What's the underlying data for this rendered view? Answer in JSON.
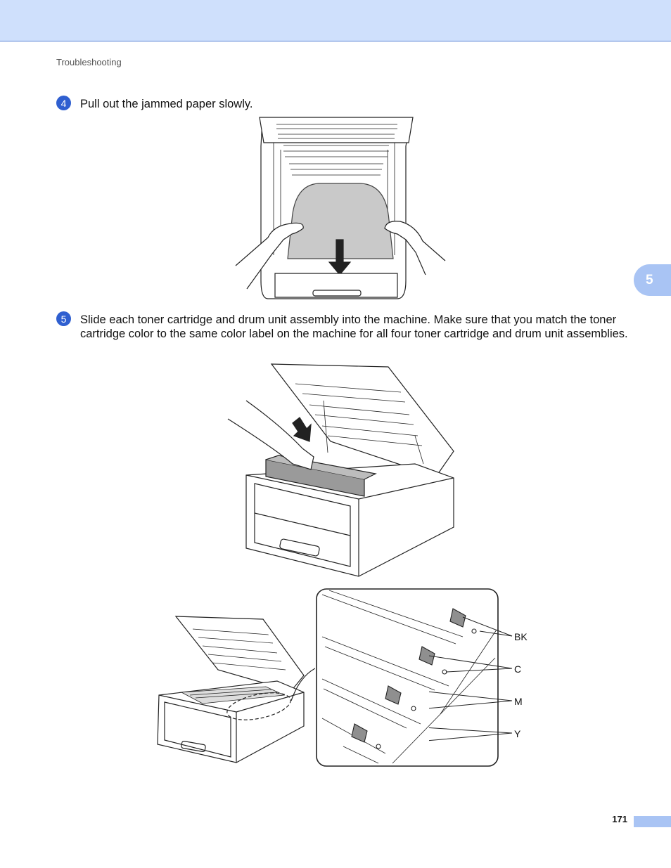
{
  "header": {
    "section": "Troubleshooting"
  },
  "chapter_tab": {
    "number": "5"
  },
  "steps": [
    {
      "number": "4",
      "text": "Pull out the jammed paper slowly."
    },
    {
      "number": "5",
      "text": "Slide each toner cartridge and drum unit assembly into the machine. Make sure that you match the toner cartridge color to the same color label on the machine for all four toner cartridge and drum unit assemblies."
    }
  ],
  "callouts": {
    "bk": "BK",
    "c": "C",
    "m": "M",
    "y": "Y"
  },
  "footer": {
    "page_number": "171"
  },
  "colors": {
    "header_band": "#cfe0fc",
    "accent_tab": "#a9c4f4",
    "step_badge": "#2f5fd0"
  }
}
